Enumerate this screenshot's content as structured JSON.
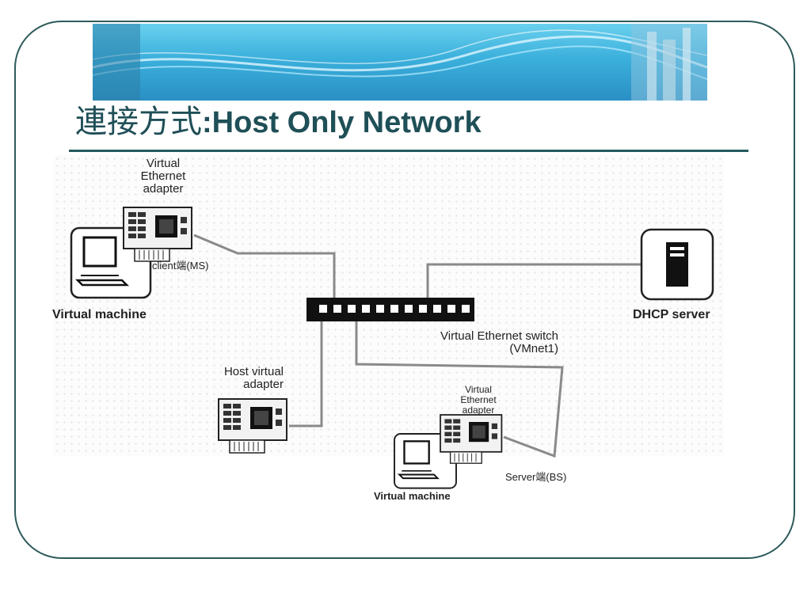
{
  "title": {
    "cjk": "連接方式",
    "en": ":Host Only Network"
  },
  "diagram": {
    "vm1_adapter": [
      "Virtual",
      "Ethernet",
      "adapter"
    ],
    "client_label": "client端(MS)",
    "vm1_label": "Virtual machine",
    "dhcp_label": "DHCP server",
    "switch_label": [
      "Virtual Ethernet switch",
      "(VMnet1)"
    ],
    "host_adapter": [
      "Host virtual",
      "adapter"
    ],
    "vm2_adapter": [
      "Virtual",
      "Ethernet",
      "adapter"
    ],
    "server_label": "Server端(BS)",
    "vm2_label": "Virtual machine"
  },
  "icons": [
    "network-card-icon",
    "laptop-icon",
    "server-tower-icon",
    "switch-icon"
  ],
  "colors": {
    "frame": "#2e5a5a",
    "title": "#1f4f57",
    "banner": "#3bb0dc",
    "cable": "#8a8a8a"
  }
}
